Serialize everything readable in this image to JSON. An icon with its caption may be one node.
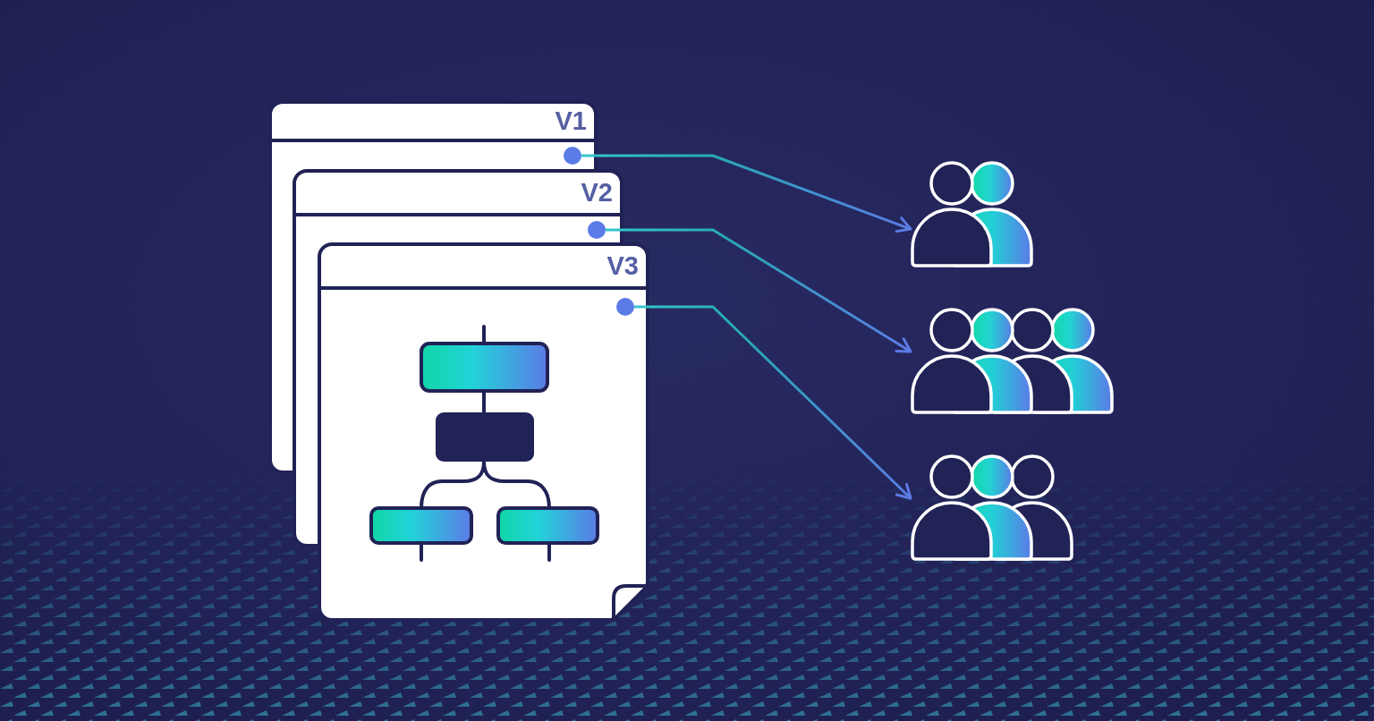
{
  "diagram": {
    "nodes": [
      {
        "text": [
          "V1"
        ]
      },
      {
        "text": [],
        "shape": "circle",
        "in": 0
      },
      {
        "text": [
          "V2"
        ]
      },
      {
        "text": [],
        "shape": "circle",
        "in": 2
      },
      {
        "text": [
          "V3"
        ]
      },
      {
        "text": [],
        "shape": "circle",
        "in": 4
      },
      {
        "text": [],
        "shape": "person"
      },
      {
        "text": [],
        "shape": "person"
      },
      {
        "text": [],
        "shape": "person"
      }
    ],
    "edges": [
      {
        "from": 1,
        "to": 6,
        "arrow": "to"
      },
      {
        "from": 3,
        "to": 7,
        "arrow": "to"
      },
      {
        "from": 5,
        "to": 8,
        "arrow": "to"
      }
    ]
  }
}
